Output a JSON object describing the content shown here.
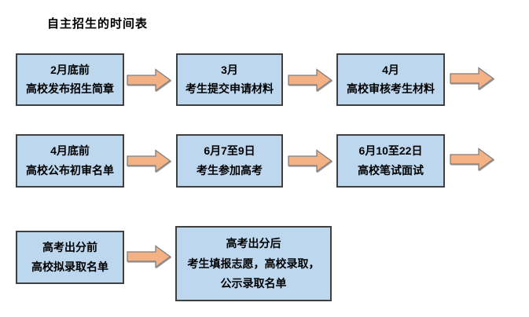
{
  "title": "自主招生的时间表",
  "colors": {
    "box_fill": "#BDD7EE",
    "box_border": "#404040",
    "arrow_fill": "#F4B183",
    "arrow_border": "#7F7F7F",
    "text": "#000000",
    "background": "#FFFFFF"
  },
  "rows": [
    {
      "boxes": [
        {
          "lines": [
            "2月底前",
            "高校发布招生简章"
          ]
        },
        {
          "lines": [
            "3月",
            "考生提交申请材料"
          ]
        },
        {
          "lines": [
            "4月",
            "高校审核考生材料"
          ]
        }
      ],
      "trailing_arrow": true
    },
    {
      "boxes": [
        {
          "lines": [
            "4月底前",
            "高校公布初审名单"
          ]
        },
        {
          "lines": [
            "6月7至9日",
            "考生参加高考"
          ]
        },
        {
          "lines": [
            "6月10至22日",
            "高校笔试面试"
          ]
        }
      ],
      "trailing_arrow": true
    },
    {
      "boxes": [
        {
          "lines": [
            "高考出分前",
            "高校拟录取名单"
          ]
        },
        {
          "lines": [
            "高考出分后",
            "考生填报志愿，高校录取，",
            "公示录取名单"
          ]
        }
      ],
      "trailing_arrow": false
    }
  ]
}
